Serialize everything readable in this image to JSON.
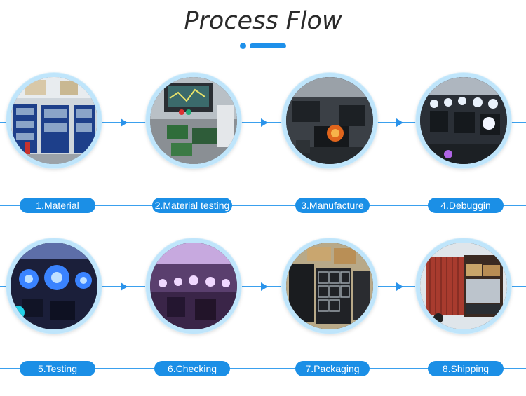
{
  "title": "Process Flow",
  "colors": {
    "accent": "#1b8fe6",
    "ring": "#bfe5fb",
    "line": "#3aa0ee"
  },
  "steps": [
    {
      "label": "1.Material",
      "photo": "warehouse-shelves-photo"
    },
    {
      "label": "2.Material testing",
      "photo": "circuit-board-testing-photo"
    },
    {
      "label": "3.Manufacture",
      "photo": "assembly-line-photo"
    },
    {
      "label": "4.Debuggin",
      "photo": "moving-head-lights-debugging-photo"
    },
    {
      "label": "5.Testing",
      "photo": "led-wash-lights-testing-photo"
    },
    {
      "label": "6.Checking",
      "photo": "lights-checking-photo"
    },
    {
      "label": "7.Packaging",
      "photo": "flight-case-packaging-photo"
    },
    {
      "label": "8.Shipping",
      "photo": "container-shipping-photo"
    }
  ]
}
